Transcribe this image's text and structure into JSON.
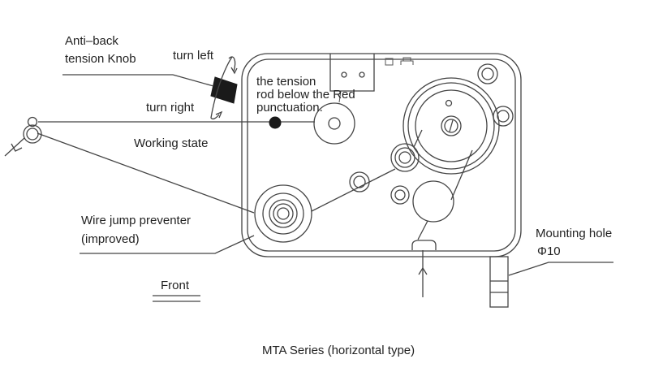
{
  "diagram": {
    "title": "MTA Series (horizontal type)",
    "labels": {
      "anti_back_line1": "Anti–back",
      "anti_back_line2": "tension Knob",
      "turn_left": "turn left",
      "turn_right": "turn right",
      "working_state": "Working state",
      "tension_rod_line1": "the tension",
      "tension_rod_line2": "rod below the Red",
      "tension_rod_line3": "punctuation.",
      "wire_jump_line1": "Wire jump preventer",
      "wire_jump_line2": "(improved)",
      "mounting_hole_line1": "Mounting hole",
      "mounting_hole_line2": "Φ10",
      "front": "Front"
    },
    "colors": {
      "line": "#444444",
      "text": "#222222",
      "marker": "#1a1a1a"
    }
  }
}
